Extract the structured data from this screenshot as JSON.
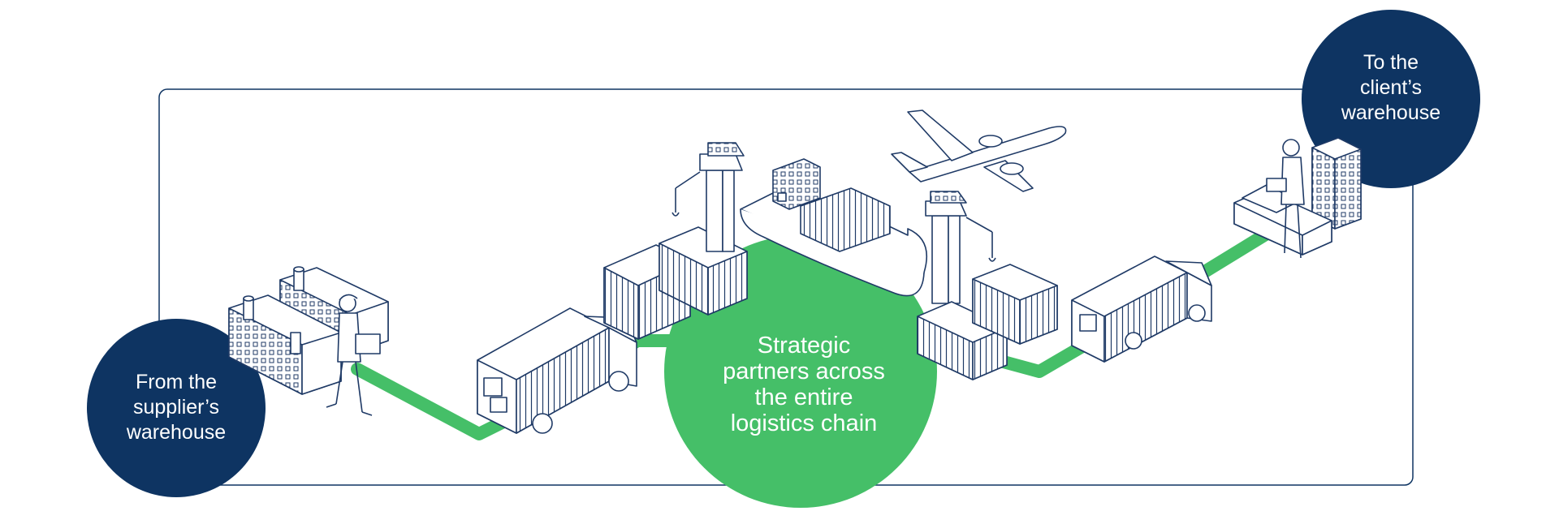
{
  "labels": {
    "start": [
      "From the",
      "supplier’s",
      "warehouse"
    ],
    "end": [
      "To the",
      "client’s",
      "warehouse"
    ],
    "center": [
      "Strategic",
      "partners across",
      "the entire",
      "logistics chain"
    ]
  },
  "colors": {
    "navy": "#0e3462",
    "green": "#45bf68",
    "line": "#1f3a66",
    "frame": "#0e3462"
  },
  "icons": [
    "factory-icon",
    "worker-icon",
    "truck-icon",
    "container-stack-icon",
    "crane-icon",
    "cargo-ship-icon",
    "airplane-icon",
    "office-building-icon"
  ]
}
